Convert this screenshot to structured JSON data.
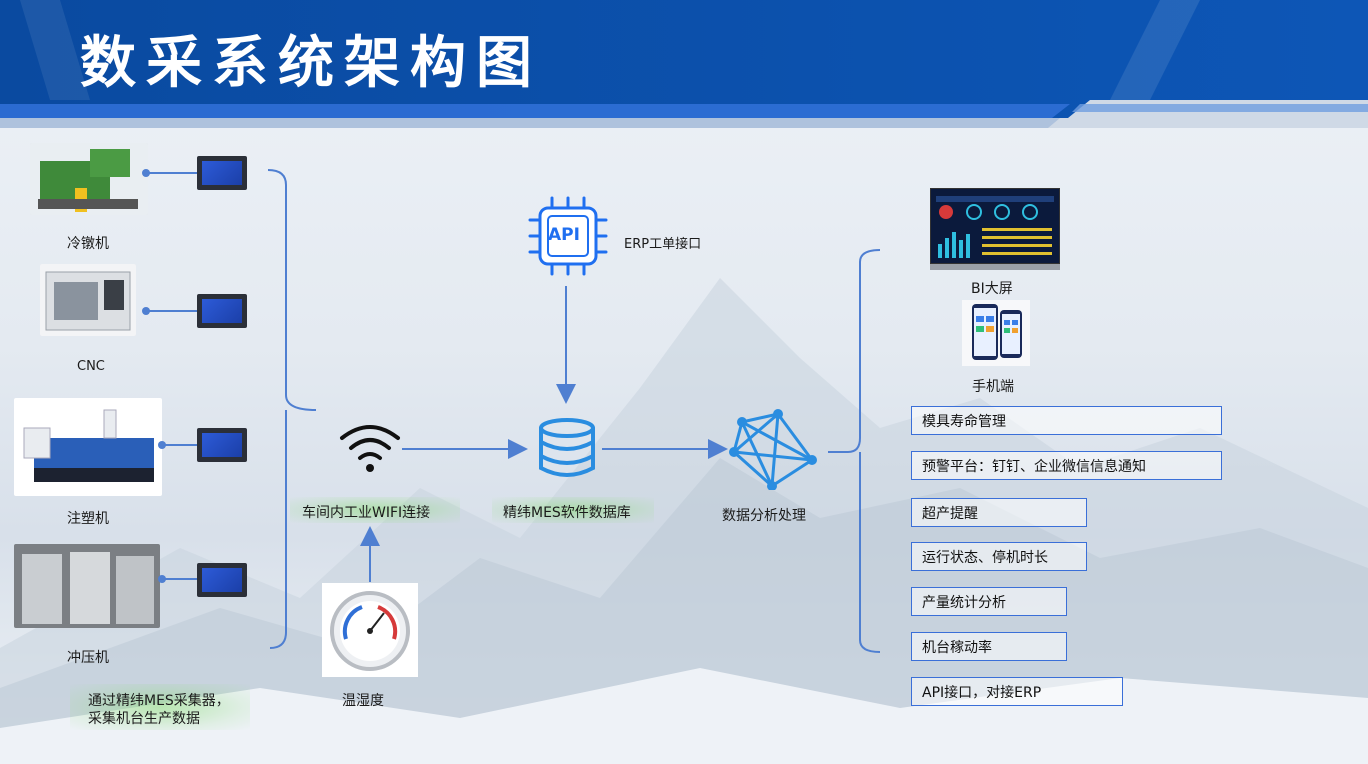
{
  "title": "数采系统架构图",
  "machines": [
    {
      "label": "冷镦机"
    },
    {
      "label": "CNC"
    },
    {
      "label": "注塑机"
    },
    {
      "label": "冲压机"
    }
  ],
  "collector_note_line1": "通过精纬MES采集器，",
  "collector_note_line2": "采集机台生产数据",
  "wifi_label": "车间内工业WIFI连接",
  "sensor_label": "温湿度",
  "api_chip_text": "API",
  "erp_label": "ERP工单接口",
  "database_label": "精纬MES软件数据库",
  "analysis_label": "数据分析处理",
  "bi_label": "BI大屏",
  "mobile_label": "手机端",
  "features": [
    "模具寿命管理",
    "预警平台：钉钉、企业微信信息通知",
    "超产提醒",
    "运行状态、停机时长",
    "产量统计分析",
    "机台稼动率",
    "API接口，对接ERP"
  ],
  "colors": {
    "header": "#0b4ea6",
    "accent": "#2f6fd6",
    "line": "#4f7fd1",
    "glow": "#8cdc78"
  }
}
